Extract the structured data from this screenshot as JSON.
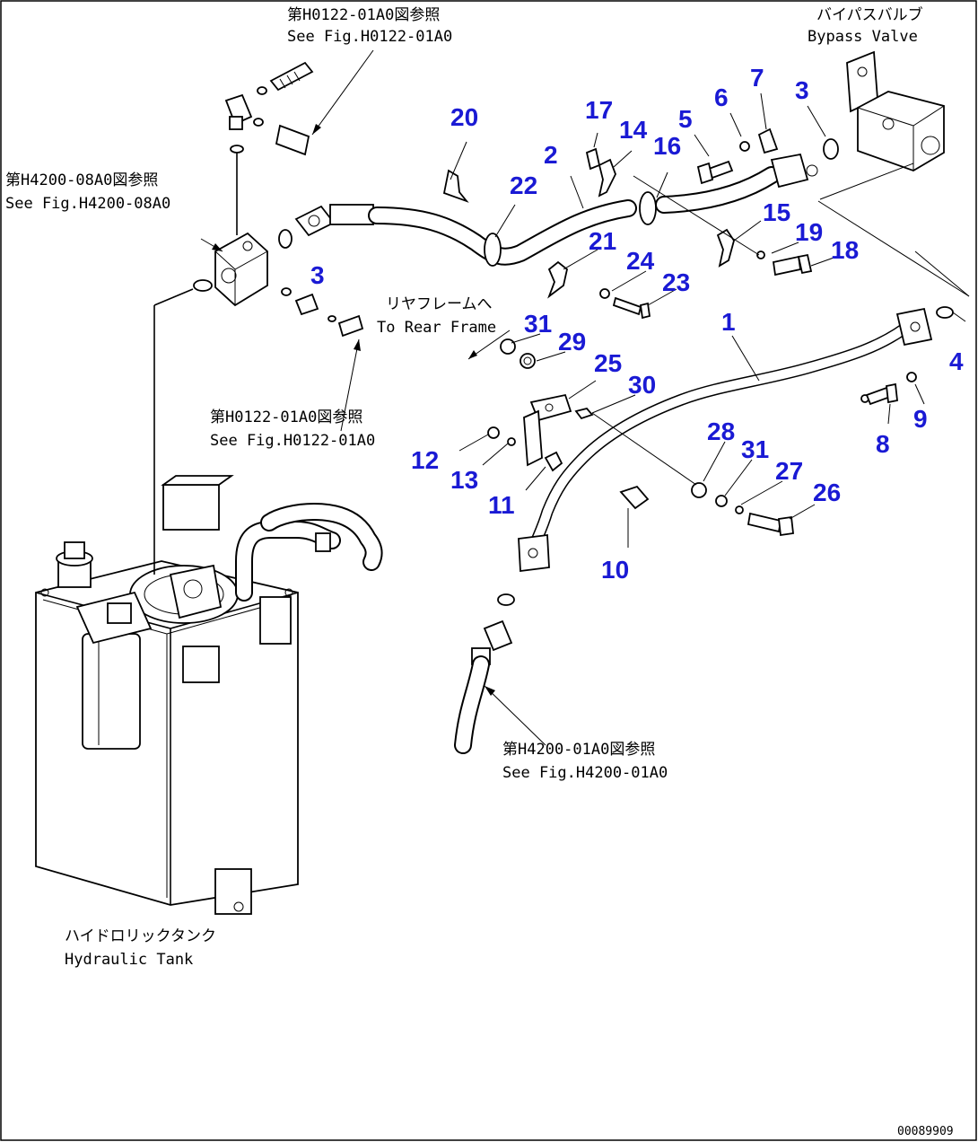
{
  "annotations": {
    "top_ref_ja": "第H0122-01A0図参照",
    "top_ref_en": "See Fig.H0122-01A0",
    "bypass_ja": "バイパスバルブ",
    "bypass_en": "Bypass Valve",
    "left_ref_ja": "第H4200-08A0図参照",
    "left_ref_en": "See Fig.H4200-08A0",
    "rear_frame_ja": "リヤフレームへ",
    "rear_frame_en": "To Rear Frame",
    "mid_ref_ja": "第H0122-01A0図参照",
    "mid_ref_en": "See Fig.H0122-01A0",
    "bottom_ref_ja": "第H4200-01A0図参照",
    "bottom_ref_en": "See Fig.H4200-01A0",
    "tank_ja": "ハイドロリックタンク",
    "tank_en": "Hydraulic Tank",
    "drawing_no": "00089909"
  },
  "callouts": [
    "20",
    "17",
    "14",
    "5",
    "6",
    "7",
    "3",
    "2",
    "16",
    "22",
    "15",
    "19",
    "18",
    "21",
    "24",
    "23",
    "3",
    "1",
    "4",
    "31",
    "29",
    "25",
    "30",
    "9",
    "8",
    "28",
    "31",
    "27",
    "26",
    "12",
    "13",
    "11",
    "10"
  ]
}
